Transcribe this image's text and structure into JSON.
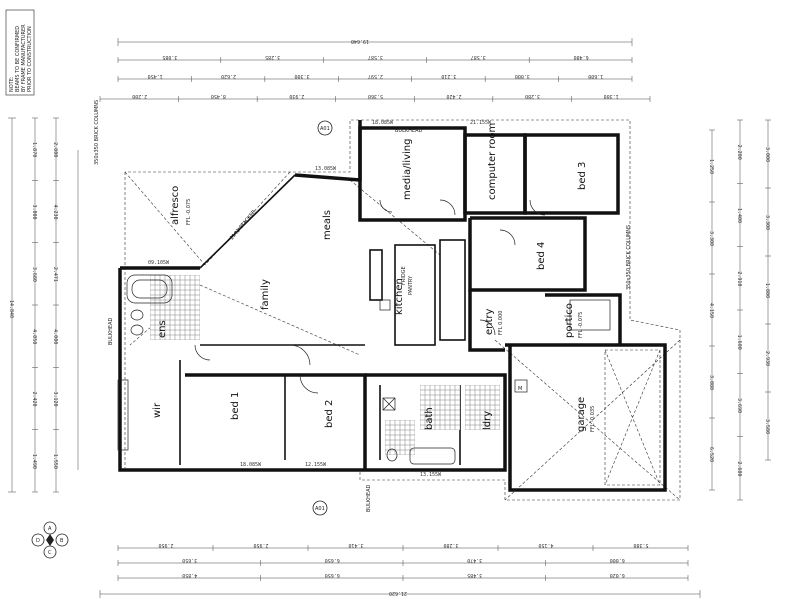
{
  "rooms": {
    "alfresco": "alfresco",
    "alfresco_fl": "FFL -0.075",
    "meals": "meals",
    "family": "family",
    "kitchen": "kitchen",
    "media": "media/living",
    "computer": "computer room",
    "bed3": "bed 3",
    "bed4": "bed 4",
    "entry": "entry",
    "entry_fl": "FFL 0.000",
    "portico": "portico",
    "portico_fl": "FFL -0.075",
    "garage": "garage",
    "garage_fl": "FFL -0.035",
    "bed1": "bed 1",
    "bed2": "bed 2",
    "ens": "ens",
    "wir": "wir",
    "bath": "bath",
    "ldry": "ldry"
  },
  "notes": {
    "title_block": [
      "NOTE:",
      "BEAMS TO BE CONFIRMED",
      "BY FRAME MANUFACTURER",
      "PRIOR TO CONSTRUCTION"
    ],
    "stacker": "2142 STACKER",
    "brick_columns_left": "350x350 BRICK COLUMNS",
    "brick_columns_right": "350x350 BRICK COLUMNS",
    "bulkhead_top": "BULKHEAD",
    "bulkhead_left": "BULKHEAD",
    "bulkhead_bottom": "BULKHEAD",
    "meter": "M",
    "pantry": "PANTRY",
    "fridge": "FRIDGE",
    "section_a": "A01",
    "section_b": "A01"
  },
  "dimensions": {
    "top_overall": "19.640",
    "top_row2": [
      "3.085",
      "3.285",
      "3.587",
      "3.587",
      "6.480"
    ],
    "top_row3": [
      "1.450",
      "2.620",
      "3.300",
      "2.597",
      "3.210",
      "3.000",
      "1.600"
    ],
    "top_row4": [
      "2.200",
      "8.450",
      "2.930",
      "5.360",
      "2.420",
      "3.280",
      "1.380"
    ],
    "bottom_row1": [
      "2.950",
      "2.950",
      "3.410",
      "3.280",
      "4.150",
      "5.380"
    ],
    "bottom_row2": [
      "3.650",
      "6.650",
      "3.470",
      "6.000"
    ],
    "bottom_row3": [
      "4.850",
      "6.650",
      "3.485",
      "6.020"
    ],
    "bottom_overall": "21.620",
    "left_overall": "14.840",
    "left_col2": [
      "1.870",
      "3.000",
      "3.680",
      "4.050",
      "2.420",
      "1.490"
    ],
    "left_col3": [
      "2.800",
      "4.230",
      "2.471",
      "4.000",
      "3.120",
      "1.550"
    ],
    "right_col1": [
      "1.250",
      "3.300",
      "4.150",
      "3.080",
      "6.520"
    ],
    "right_col2": [
      "2.200",
      "1.400",
      "2.910",
      "1.600",
      "3.690",
      "2.680"
    ],
    "right_col3": [
      "3.000",
      "3.300",
      "1.800",
      "2.930",
      "3.580"
    ]
  },
  "wall_labels": {
    "top1": "18.085W",
    "top2": "21.155W",
    "top3": "13.085W",
    "bottom1": "18.085W",
    "bottom2": "12.155W",
    "bottom3": "13.155W",
    "mid": "09.105W"
  },
  "compass": {
    "n": "A",
    "e": "B",
    "s": "C",
    "w": "D"
  }
}
